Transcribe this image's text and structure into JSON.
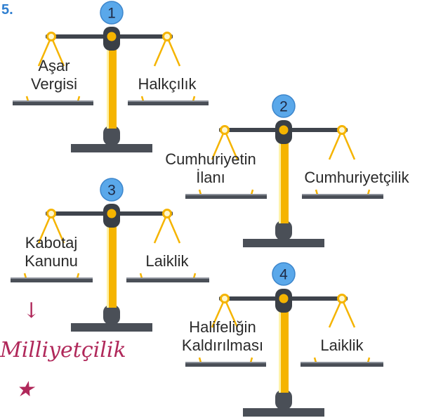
{
  "question_number": "5.",
  "scales": [
    {
      "number": "1",
      "left": [
        "Aşar",
        "Vergisi"
      ],
      "right": [
        "Halkçılık"
      ]
    },
    {
      "number": "2",
      "left": [
        "Cumhuriyetin",
        "İlanı"
      ],
      "right": [
        "Cumhuriyetçilik"
      ]
    },
    {
      "number": "3",
      "left": [
        "Kabotaj",
        "Kanunu"
      ],
      "right": [
        "Laiklik"
      ]
    },
    {
      "number": "4",
      "left": [
        "Halifeliğin",
        "Kaldırılması"
      ],
      "right": [
        "Laiklik"
      ]
    }
  ],
  "handwriting": {
    "arrow": "↓",
    "text": "Milliyetçilik",
    "star": "★"
  },
  "colors": {
    "pole": "#f5b400",
    "badge": "#5aa8ea",
    "base": "#4a4f57",
    "handwriting": "#b0285a"
  }
}
